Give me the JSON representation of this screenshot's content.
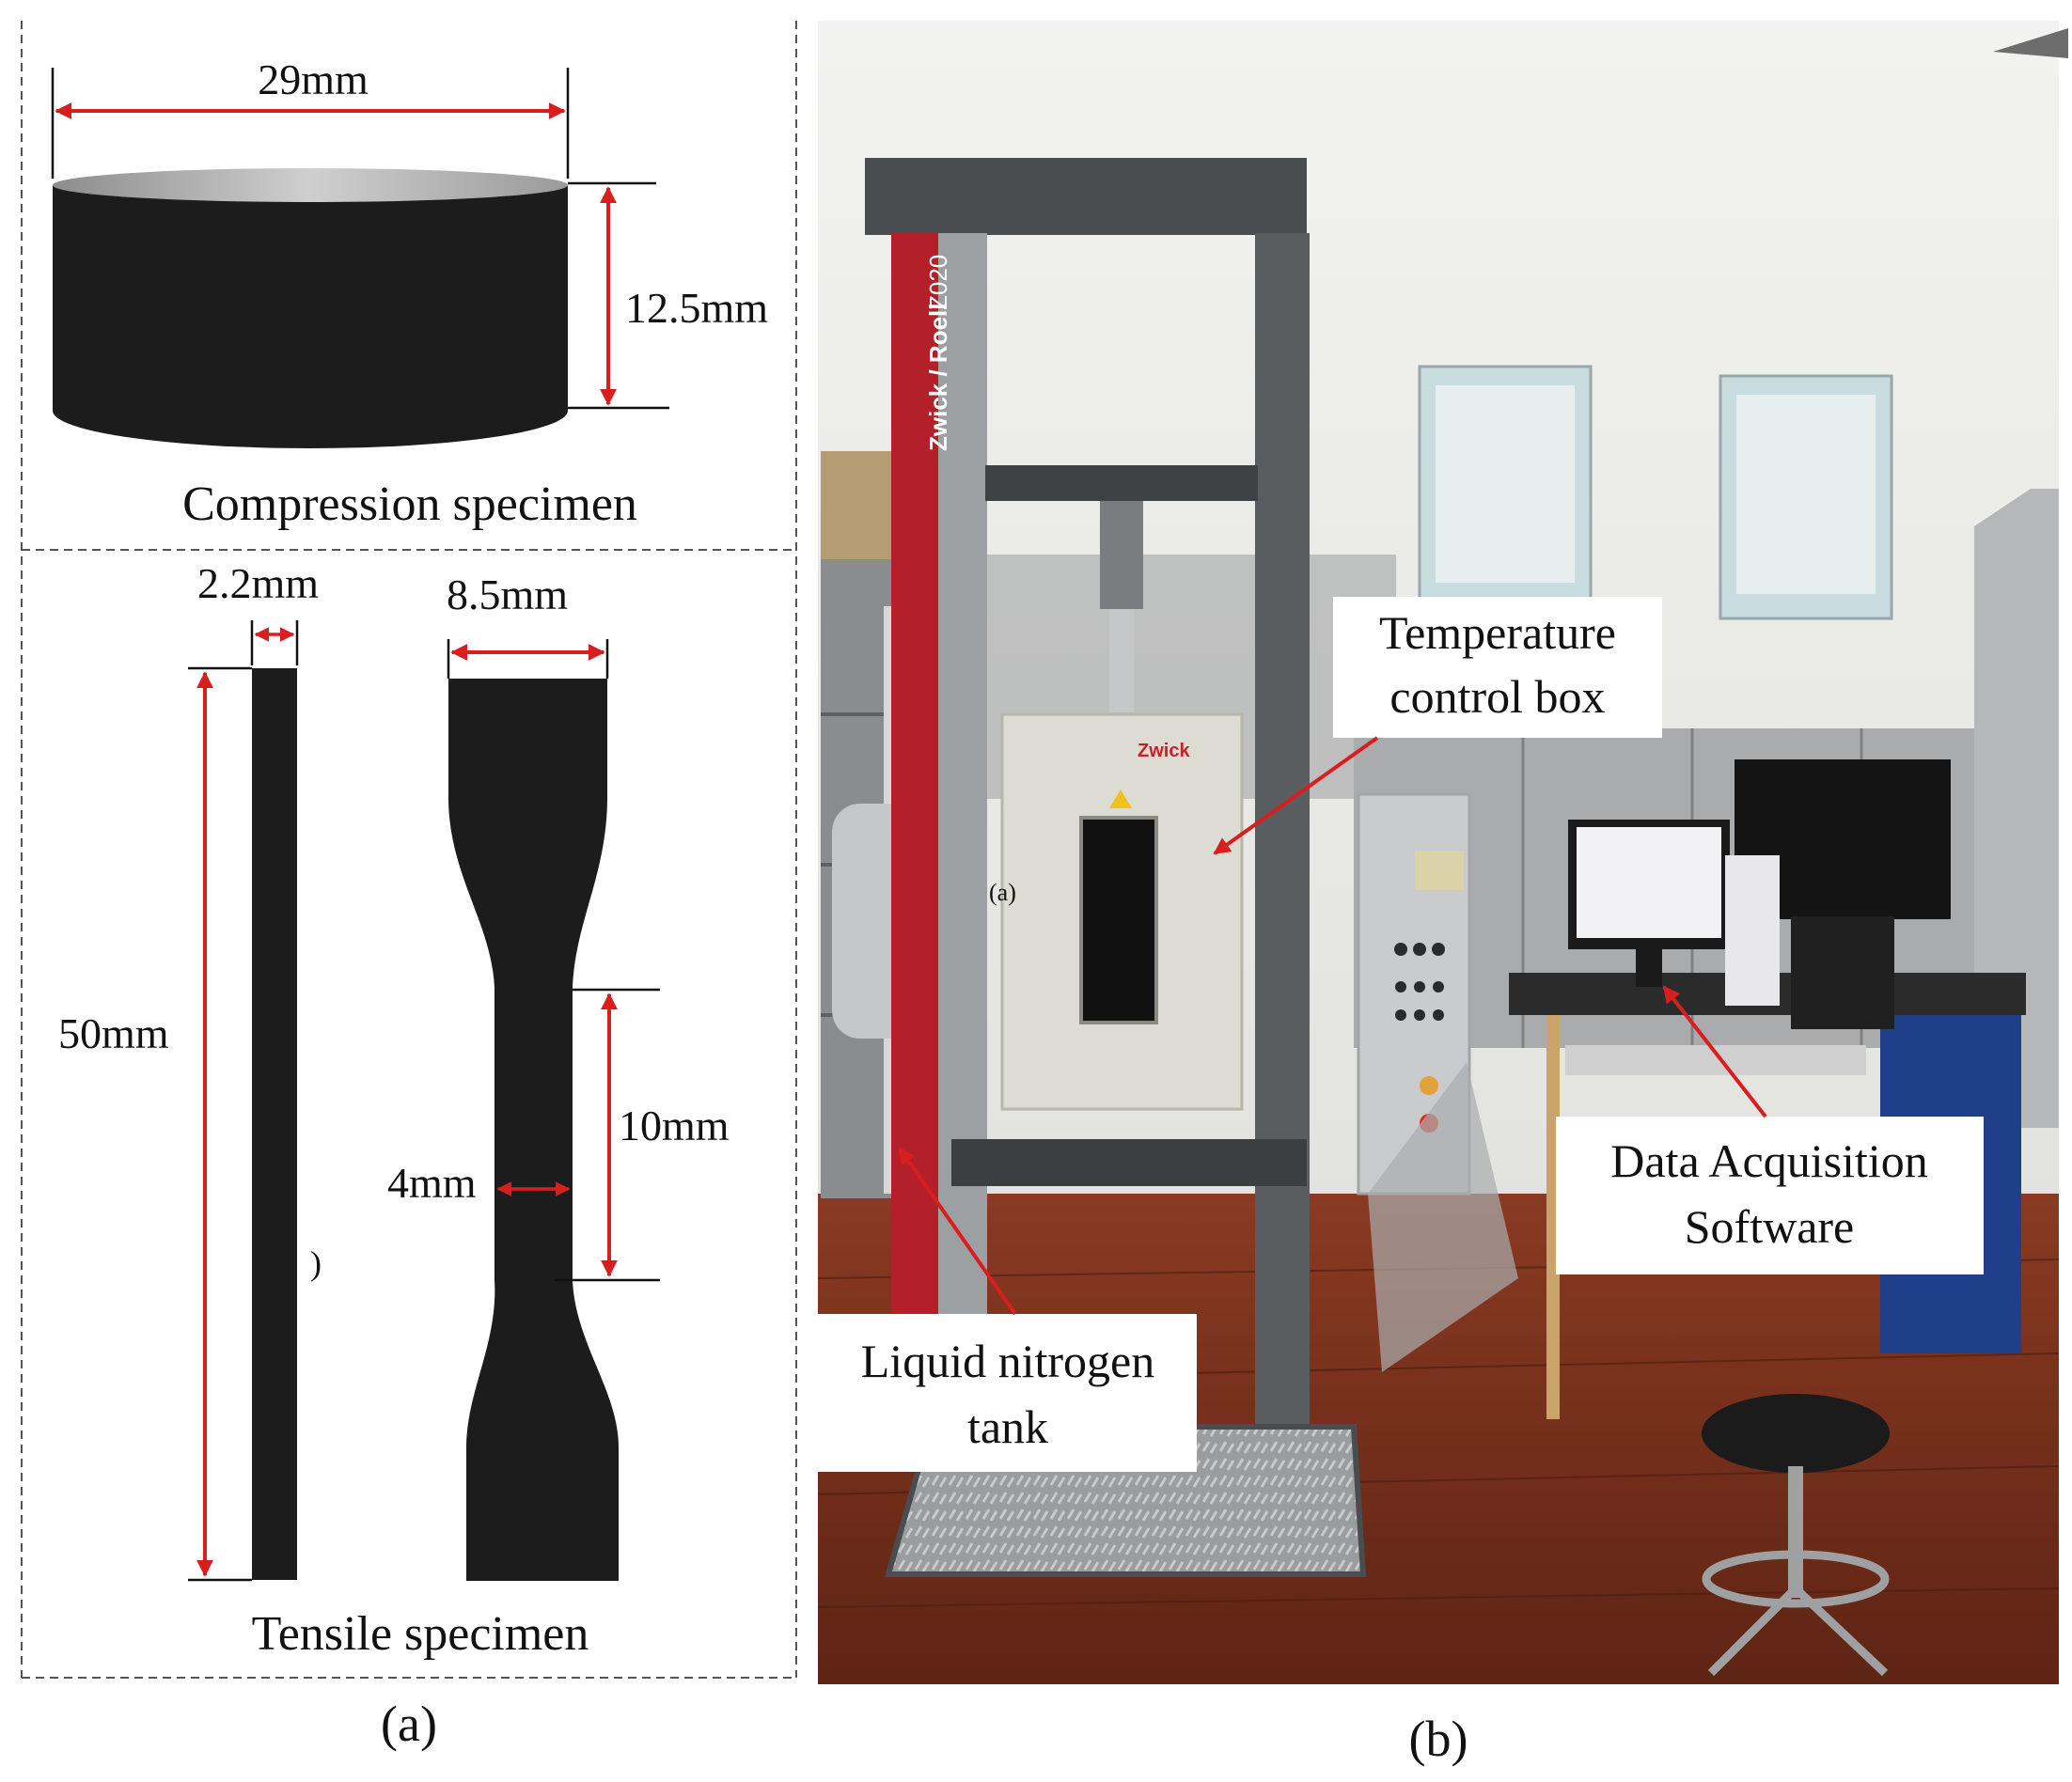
{
  "panel_a": {
    "compression": {
      "caption": "Compression specimen",
      "diameter": "29mm",
      "height": "12.5mm"
    },
    "tensile": {
      "caption": "Tensile specimen",
      "thickness": "2.2mm",
      "grip_width": "8.5mm",
      "length": "50mm",
      "gauge_length": "10mm",
      "gauge_width": "4mm",
      "stray_mark": ")"
    },
    "label": "(a)"
  },
  "panel_b": {
    "label": "(b)",
    "machine_brand": "Zwick / Roell",
    "machine_model": "Z020",
    "chamber_brand": "Zwick",
    "stray_mark": "(a)",
    "callouts": {
      "temperature_box": [
        "Temperature",
        "control box"
      ],
      "nitrogen_tank": [
        "Liquid nitrogen",
        "tank"
      ],
      "software": [
        "Data Acquisition",
        "Software"
      ]
    }
  },
  "colors": {
    "arrow": "#d81e1e",
    "specimen": "#1a1a1a",
    "frame_red": "#b3202a",
    "floor": "#7a3320",
    "wall": "#e8e8e6"
  }
}
